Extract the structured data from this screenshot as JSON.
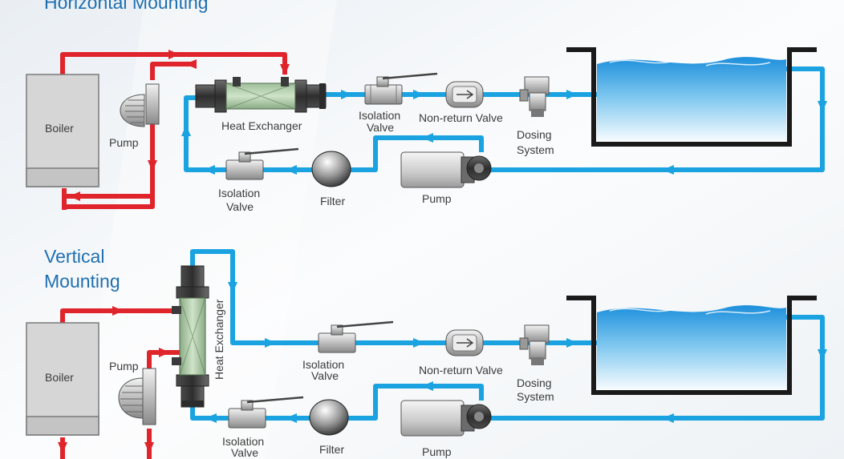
{
  "headings": {
    "horizontal": "Horizontal Mounting",
    "vertical_line1": "Vertical",
    "vertical_line2": "Mounting"
  },
  "labels": {
    "boiler": "Boiler",
    "pump": "Pump",
    "heat_exchanger": "Heat Exchanger",
    "isolation_valve_line1": "Isolation",
    "isolation_valve_line2": "Valve",
    "non_return_valve": "Non-return Valve",
    "dosing_line1": "Dosing",
    "dosing_line2": "System",
    "filter": "Filter"
  },
  "colors": {
    "hot_pipe": "#e0242c",
    "cold_pipe": "#1aa3e0",
    "heading": "#1f6fb0",
    "pool_wall": "#1a1a1a",
    "water": "#3aa7e6",
    "boiler": "#d6d6d6"
  }
}
